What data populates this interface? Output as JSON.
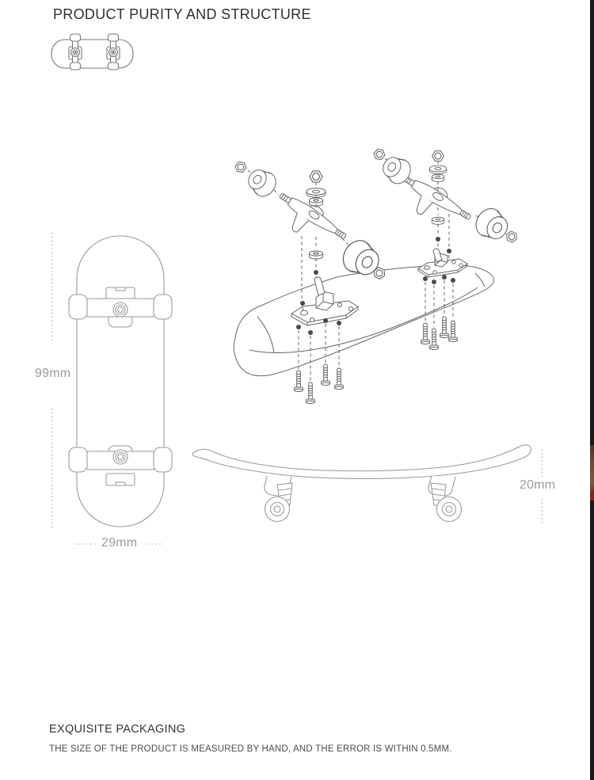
{
  "header": {
    "title": "PRODUCT PURITY AND STRUCTURE"
  },
  "dimensions": {
    "length_label": "99mm",
    "width_label": "29mm",
    "height_label": "20mm"
  },
  "figures": {
    "thumbnail": "fingerboard-bottom-view-horizontal",
    "bottom_view": "fingerboard-bottom-view-with-trucks",
    "exploded_view": "fingerboard-truck-assembly-exploded-diagram",
    "side_view": "fingerboard-side-profile"
  },
  "footer": {
    "title": "EXQUISITE PACKAGING",
    "note": "THE SIZE OF THE PRODUCT IS MEASURED BY HAND, AND THE ERROR IS WITHIN 0.5MM."
  },
  "colors": {
    "line_light": "#999999",
    "line_mid": "#777777",
    "line_dark": "#666666",
    "text_primary": "#2f2f2f",
    "text_secondary": "#4c4c4c",
    "dimension_text": "#9b9b9b",
    "edge_strip": "#181818",
    "edge_strip_brown": "#6e4b38",
    "edge_strip_red": "#7e2820"
  }
}
